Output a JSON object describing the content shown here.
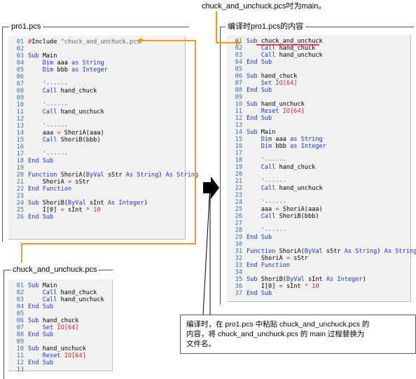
{
  "top_note": "chuck_and_unchuck.pcs吋为main。",
  "panels": {
    "pro1": {
      "title": "pro1.pcs",
      "lines": [
        [
          [
            "01",
            "ln"
          ],
          [
            "#",
            "r"
          ],
          [
            "Include ",
            ""
          ],
          [
            "\"chuck_and_unchuck.pcs\"",
            "s"
          ]
        ],
        [
          [
            "02",
            "ln"
          ]
        ],
        [
          [
            "03",
            "ln"
          ],
          [
            "Sub ",
            "k"
          ],
          [
            "Main",
            ""
          ]
        ],
        [
          [
            "04",
            "ln"
          ],
          [
            "    Dim ",
            "k"
          ],
          [
            "aaa ",
            ""
          ],
          [
            "as ",
            "k"
          ],
          [
            "String",
            "k"
          ]
        ],
        [
          [
            "05",
            "ln"
          ],
          [
            "    Dim ",
            "k"
          ],
          [
            "bbb ",
            ""
          ],
          [
            "as ",
            "k"
          ],
          [
            "Integer",
            "k"
          ]
        ],
        [
          [
            "06",
            "ln"
          ]
        ],
        [
          [
            "07",
            "ln"
          ],
          [
            "    '------",
            "c"
          ]
        ],
        [
          [
            "08",
            "ln"
          ],
          [
            "    Call ",
            "k"
          ],
          [
            "hand_chuck",
            ""
          ]
        ],
        [
          [
            "09",
            "ln"
          ]
        ],
        [
          [
            "10",
            "ln"
          ],
          [
            "    '------",
            "c"
          ]
        ],
        [
          [
            "11",
            "ln"
          ],
          [
            "    Call ",
            "k"
          ],
          [
            "hand_unchuck",
            ""
          ]
        ],
        [
          [
            "12",
            "ln"
          ]
        ],
        [
          [
            "13",
            "ln"
          ],
          [
            "    '------",
            "c"
          ]
        ],
        [
          [
            "14",
            "ln"
          ],
          [
            "    aaa ",
            ""
          ],
          [
            "= ",
            "r"
          ],
          [
            "ShoriA(aaa)",
            ""
          ]
        ],
        [
          [
            "15",
            "ln"
          ],
          [
            "    Call ",
            "k"
          ],
          [
            "ShoriB(bbb)",
            ""
          ]
        ],
        [
          [
            "16",
            "ln"
          ]
        ],
        [
          [
            "17",
            "ln"
          ],
          [
            "    '------",
            "c"
          ]
        ],
        [
          [
            "18",
            "ln"
          ],
          [
            "End Sub",
            "k"
          ]
        ],
        [
          [
            "19",
            "ln"
          ]
        ],
        [
          [
            "20",
            "ln"
          ],
          [
            "Function ",
            "k"
          ],
          [
            "ShoriA(",
            ""
          ],
          [
            "ByVal ",
            "k"
          ],
          [
            "sStr ",
            ""
          ],
          [
            "As String",
            "k"
          ],
          [
            ") ",
            ""
          ],
          [
            "As String",
            "k"
          ]
        ],
        [
          [
            "21",
            "ln"
          ],
          [
            "    ShoriA ",
            ""
          ],
          [
            "= ",
            "r"
          ],
          [
            "sStr",
            ""
          ]
        ],
        [
          [
            "22",
            "ln"
          ],
          [
            "End Function",
            "k"
          ]
        ],
        [
          [
            "23",
            "ln"
          ]
        ],
        [
          [
            "24",
            "ln"
          ],
          [
            "Sub ",
            "k"
          ],
          [
            "ShoriB(",
            ""
          ],
          [
            "ByVal ",
            "k"
          ],
          [
            "sInt ",
            ""
          ],
          [
            "As Integer",
            "k"
          ],
          [
            ")",
            ""
          ]
        ],
        [
          [
            "25",
            "ln"
          ],
          [
            "    I[0] ",
            ""
          ],
          [
            "= ",
            "r"
          ],
          [
            "sInt ",
            ""
          ],
          [
            "* ",
            "r"
          ],
          [
            "10",
            "n"
          ]
        ],
        [
          [
            "26",
            "ln"
          ],
          [
            "End Sub",
            "k"
          ]
        ]
      ]
    },
    "chuck": {
      "title": "chuck_and_unchuck.pcs",
      "lines": [
        [
          [
            "01",
            "ln"
          ],
          [
            "Sub ",
            "k"
          ],
          [
            "Main",
            ""
          ]
        ],
        [
          [
            "02",
            "ln"
          ],
          [
            "    Call ",
            "k"
          ],
          [
            "hand_chuck",
            ""
          ]
        ],
        [
          [
            "03",
            "ln"
          ],
          [
            "    Call ",
            "k"
          ],
          [
            "hand_unchuck",
            ""
          ]
        ],
        [
          [
            "04",
            "ln"
          ],
          [
            "End Sub",
            "k"
          ]
        ],
        [
          [
            "05",
            "ln"
          ]
        ],
        [
          [
            "06",
            "ln"
          ],
          [
            "Sub ",
            "k"
          ],
          [
            "hand_chuck",
            ""
          ]
        ],
        [
          [
            "07",
            "ln"
          ],
          [
            "    Set ",
            "k"
          ],
          [
            "IO[64]",
            "r"
          ]
        ],
        [
          [
            "08",
            "ln"
          ],
          [
            "End Sub",
            "k"
          ]
        ],
        [
          [
            "09",
            "ln"
          ]
        ],
        [
          [
            "10",
            "ln"
          ],
          [
            "Sub ",
            "k"
          ],
          [
            "hand_unchuck",
            ""
          ]
        ],
        [
          [
            "11",
            "ln"
          ],
          [
            "    Reset ",
            "k"
          ],
          [
            "IO[64]",
            "r"
          ]
        ],
        [
          [
            "12",
            "ln"
          ],
          [
            "End Sub",
            "k"
          ]
        ],
        [
          [
            "13",
            "ln"
          ]
        ]
      ]
    },
    "compiled": {
      "title": "编译时pro1.pcs的内容",
      "lines": [
        [
          [
            "01",
            "ln"
          ],
          [
            "Sub ",
            "k"
          ],
          [
            "chuck_and_unchuck",
            ""
          ]
        ],
        [
          [
            "02",
            "ln"
          ],
          [
            "    Call ",
            "k"
          ],
          [
            "hand_chuck",
            ""
          ]
        ],
        [
          [
            "03",
            "ln"
          ],
          [
            "    Call ",
            "k"
          ],
          [
            "hand_unchuck",
            ""
          ]
        ],
        [
          [
            "04",
            "ln"
          ],
          [
            "End Sub",
            "k"
          ]
        ],
        [
          [
            "05",
            "ln"
          ]
        ],
        [
          [
            "06",
            "ln"
          ],
          [
            "Sub ",
            "k"
          ],
          [
            "hand_chuck",
            ""
          ]
        ],
        [
          [
            "07",
            "ln"
          ],
          [
            "    Set ",
            "k"
          ],
          [
            "IO[64]",
            "r"
          ]
        ],
        [
          [
            "08",
            "ln"
          ],
          [
            "End Sub",
            "k"
          ]
        ],
        [
          [
            "09",
            "ln"
          ]
        ],
        [
          [
            "10",
            "ln"
          ],
          [
            "Sub ",
            "k"
          ],
          [
            "hand_unchuck",
            ""
          ]
        ],
        [
          [
            "11",
            "ln"
          ],
          [
            "    Reset ",
            "k"
          ],
          [
            "IO[64]",
            "r"
          ]
        ],
        [
          [
            "12",
            "ln"
          ],
          [
            "End Sub",
            "k"
          ]
        ],
        [
          [
            "13",
            "ln"
          ]
        ],
        [
          [
            "14",
            "ln"
          ],
          [
            "Sub ",
            "k"
          ],
          [
            "Main",
            ""
          ]
        ],
        [
          [
            "15",
            "ln"
          ],
          [
            "    Dim ",
            "k"
          ],
          [
            "aaa ",
            ""
          ],
          [
            "as ",
            "k"
          ],
          [
            "String",
            "k"
          ]
        ],
        [
          [
            "16",
            "ln"
          ],
          [
            "    Dim ",
            "k"
          ],
          [
            "bbb ",
            ""
          ],
          [
            "as ",
            "k"
          ],
          [
            "Integer",
            "k"
          ]
        ],
        [
          [
            "17",
            "ln"
          ]
        ],
        [
          [
            "18",
            "ln"
          ],
          [
            "    '------",
            "c"
          ]
        ],
        [
          [
            "19",
            "ln"
          ],
          [
            "    Call ",
            "k"
          ],
          [
            "hand_chuck",
            ""
          ]
        ],
        [
          [
            "20",
            "ln"
          ]
        ],
        [
          [
            "21",
            "ln"
          ],
          [
            "    '------",
            "c"
          ]
        ],
        [
          [
            "22",
            "ln"
          ],
          [
            "    Call ",
            "k"
          ],
          [
            "hand_unchuck",
            ""
          ]
        ],
        [
          [
            "23",
            "ln"
          ]
        ],
        [
          [
            "24",
            "ln"
          ],
          [
            "    '------",
            "c"
          ]
        ],
        [
          [
            "25",
            "ln"
          ],
          [
            "    aaa ",
            ""
          ],
          [
            "= ",
            "r"
          ],
          [
            "ShoriA(aaa)",
            ""
          ]
        ],
        [
          [
            "26",
            "ln"
          ],
          [
            "    Call ",
            "k"
          ],
          [
            "ShoriB(bbb)",
            ""
          ]
        ],
        [
          [
            "27",
            "ln"
          ]
        ],
        [
          [
            "28",
            "ln"
          ],
          [
            "    '------",
            "c"
          ]
        ],
        [
          [
            "29",
            "ln"
          ],
          [
            "End Sub",
            "k"
          ]
        ],
        [
          [
            "30",
            "ln"
          ]
        ],
        [
          [
            "31",
            "ln"
          ],
          [
            "Function ",
            "k"
          ],
          [
            "ShoriA(",
            ""
          ],
          [
            "ByVal ",
            "k"
          ],
          [
            "sStr ",
            ""
          ],
          [
            "As String",
            "k"
          ],
          [
            ") ",
            ""
          ],
          [
            "As String",
            "k"
          ]
        ],
        [
          [
            "32",
            "ln"
          ],
          [
            "    ShoriA ",
            ""
          ],
          [
            "= ",
            "r"
          ],
          [
            "sStr",
            ""
          ]
        ],
        [
          [
            "33",
            "ln"
          ],
          [
            "End Function",
            "k"
          ]
        ],
        [
          [
            "34",
            "ln"
          ]
        ],
        [
          [
            "35",
            "ln"
          ],
          [
            "Sub ",
            "k"
          ],
          [
            "ShoriB(",
            ""
          ],
          [
            "ByVal ",
            "k"
          ],
          [
            "sInt ",
            ""
          ],
          [
            "As Integer",
            "k"
          ],
          [
            ")",
            ""
          ]
        ],
        [
          [
            "36",
            "ln"
          ],
          [
            "    I[0] ",
            ""
          ],
          [
            "= ",
            "r"
          ],
          [
            "sInt ",
            ""
          ],
          [
            "* ",
            "r"
          ],
          [
            "10",
            "n"
          ]
        ],
        [
          [
            "37",
            "ln"
          ],
          [
            "End Sub",
            "k"
          ]
        ]
      ]
    }
  },
  "callout": {
    "line1": "编译时，在 pro1.pcs 中粘贴 chuck_and_unchuck.pcs 的",
    "line2": "内容，将 chuck_and_unchuck.pcs 的 main 过程替换为",
    "line3": "文件名。"
  },
  "colors": {
    "arrow_orange": "#f7941d",
    "highlight_red": "#e0001b",
    "keyword_blue": "#1a33c9",
    "comment_green": "#2e8b2e",
    "code_bg": "#f1f1f1"
  }
}
